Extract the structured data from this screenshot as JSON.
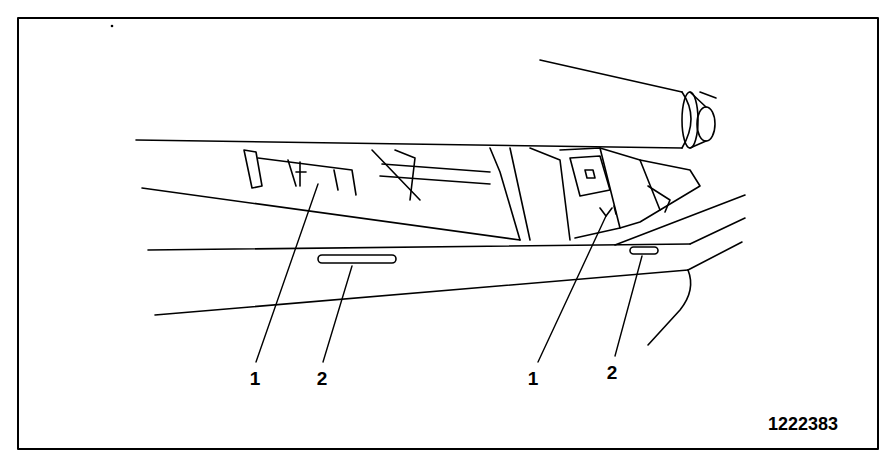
{
  "diagram": {
    "labels": [
      "1",
      "2",
      "1",
      "2",
      "1222383"
    ]
  }
}
